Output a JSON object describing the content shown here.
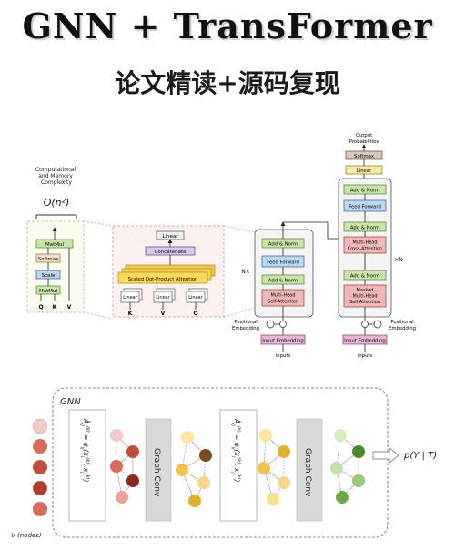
{
  "title": "GNN  + TransFormer",
  "subtitle": "论文精读+源码复现",
  "complexity": {
    "caption": "Computational and Memory Complexity",
    "formula": "O(n²)"
  },
  "attention_small": {
    "blocks": [
      "MatMul",
      "Softmax",
      "Scale",
      "MatMul"
    ],
    "inputs": [
      "Q",
      "K",
      "V"
    ]
  },
  "multihead": {
    "linear_top": "Linear",
    "concat": "Concatenate",
    "sdpa": "Scaled Dot-Product Attention",
    "linear_bottom": [
      "Linear",
      "Linear",
      "Linear"
    ],
    "inputs": [
      "K",
      "V",
      "Q"
    ]
  },
  "encoder": {
    "blocks": [
      "Add & Norm",
      "Feed Forward",
      "Add & Norm",
      "Multi-Head Self-Attention"
    ],
    "nx": "N×",
    "pos_label": "Positional Embedding",
    "input_emb": "Input Embedding",
    "inputs": "inputs"
  },
  "decoder": {
    "output_label": "Output Probabilities",
    "softmax": "Softmax",
    "linear": "Linear",
    "blocks": [
      "Add & Norm",
      "Feed Forward",
      "Add & Norm",
      "Multi-Head Cross-Attention",
      "Add & Norm",
      "Masked Multi-Head Self-Attention"
    ],
    "nx": "×N",
    "pos_label": "Positional Embedding",
    "input_emb": "Input Embedding",
    "inputs": "inputs"
  },
  "gnn": {
    "label": "GNN",
    "graph_conv": "Graph Conv",
    "nodes_label": "V (nodes)",
    "formula_1": "Â_ij^(k) = φ_ij(x_i^(k), x_j^(k))",
    "formula_2": "Â_ij^(k) = φ_ij(x_i^(k), x_j^(k))",
    "output": "p(Y | T)"
  },
  "colors": {
    "block_green": "#c8e6a8",
    "block_blue": "#bcd7f0",
    "block_pink": "#f2b8b8",
    "block_purple": "#d9c8ea",
    "block_yellow": "#f7d24a",
    "node_red_1": "#f2c9c9",
    "node_red_2": "#d96a5a",
    "node_red_3": "#b03a2e",
    "node_yellow_1": "#fbe7a1",
    "node_yellow_2": "#f1c451",
    "node_green_1": "#d8ecc0",
    "node_green_2": "#4a8a2a"
  }
}
